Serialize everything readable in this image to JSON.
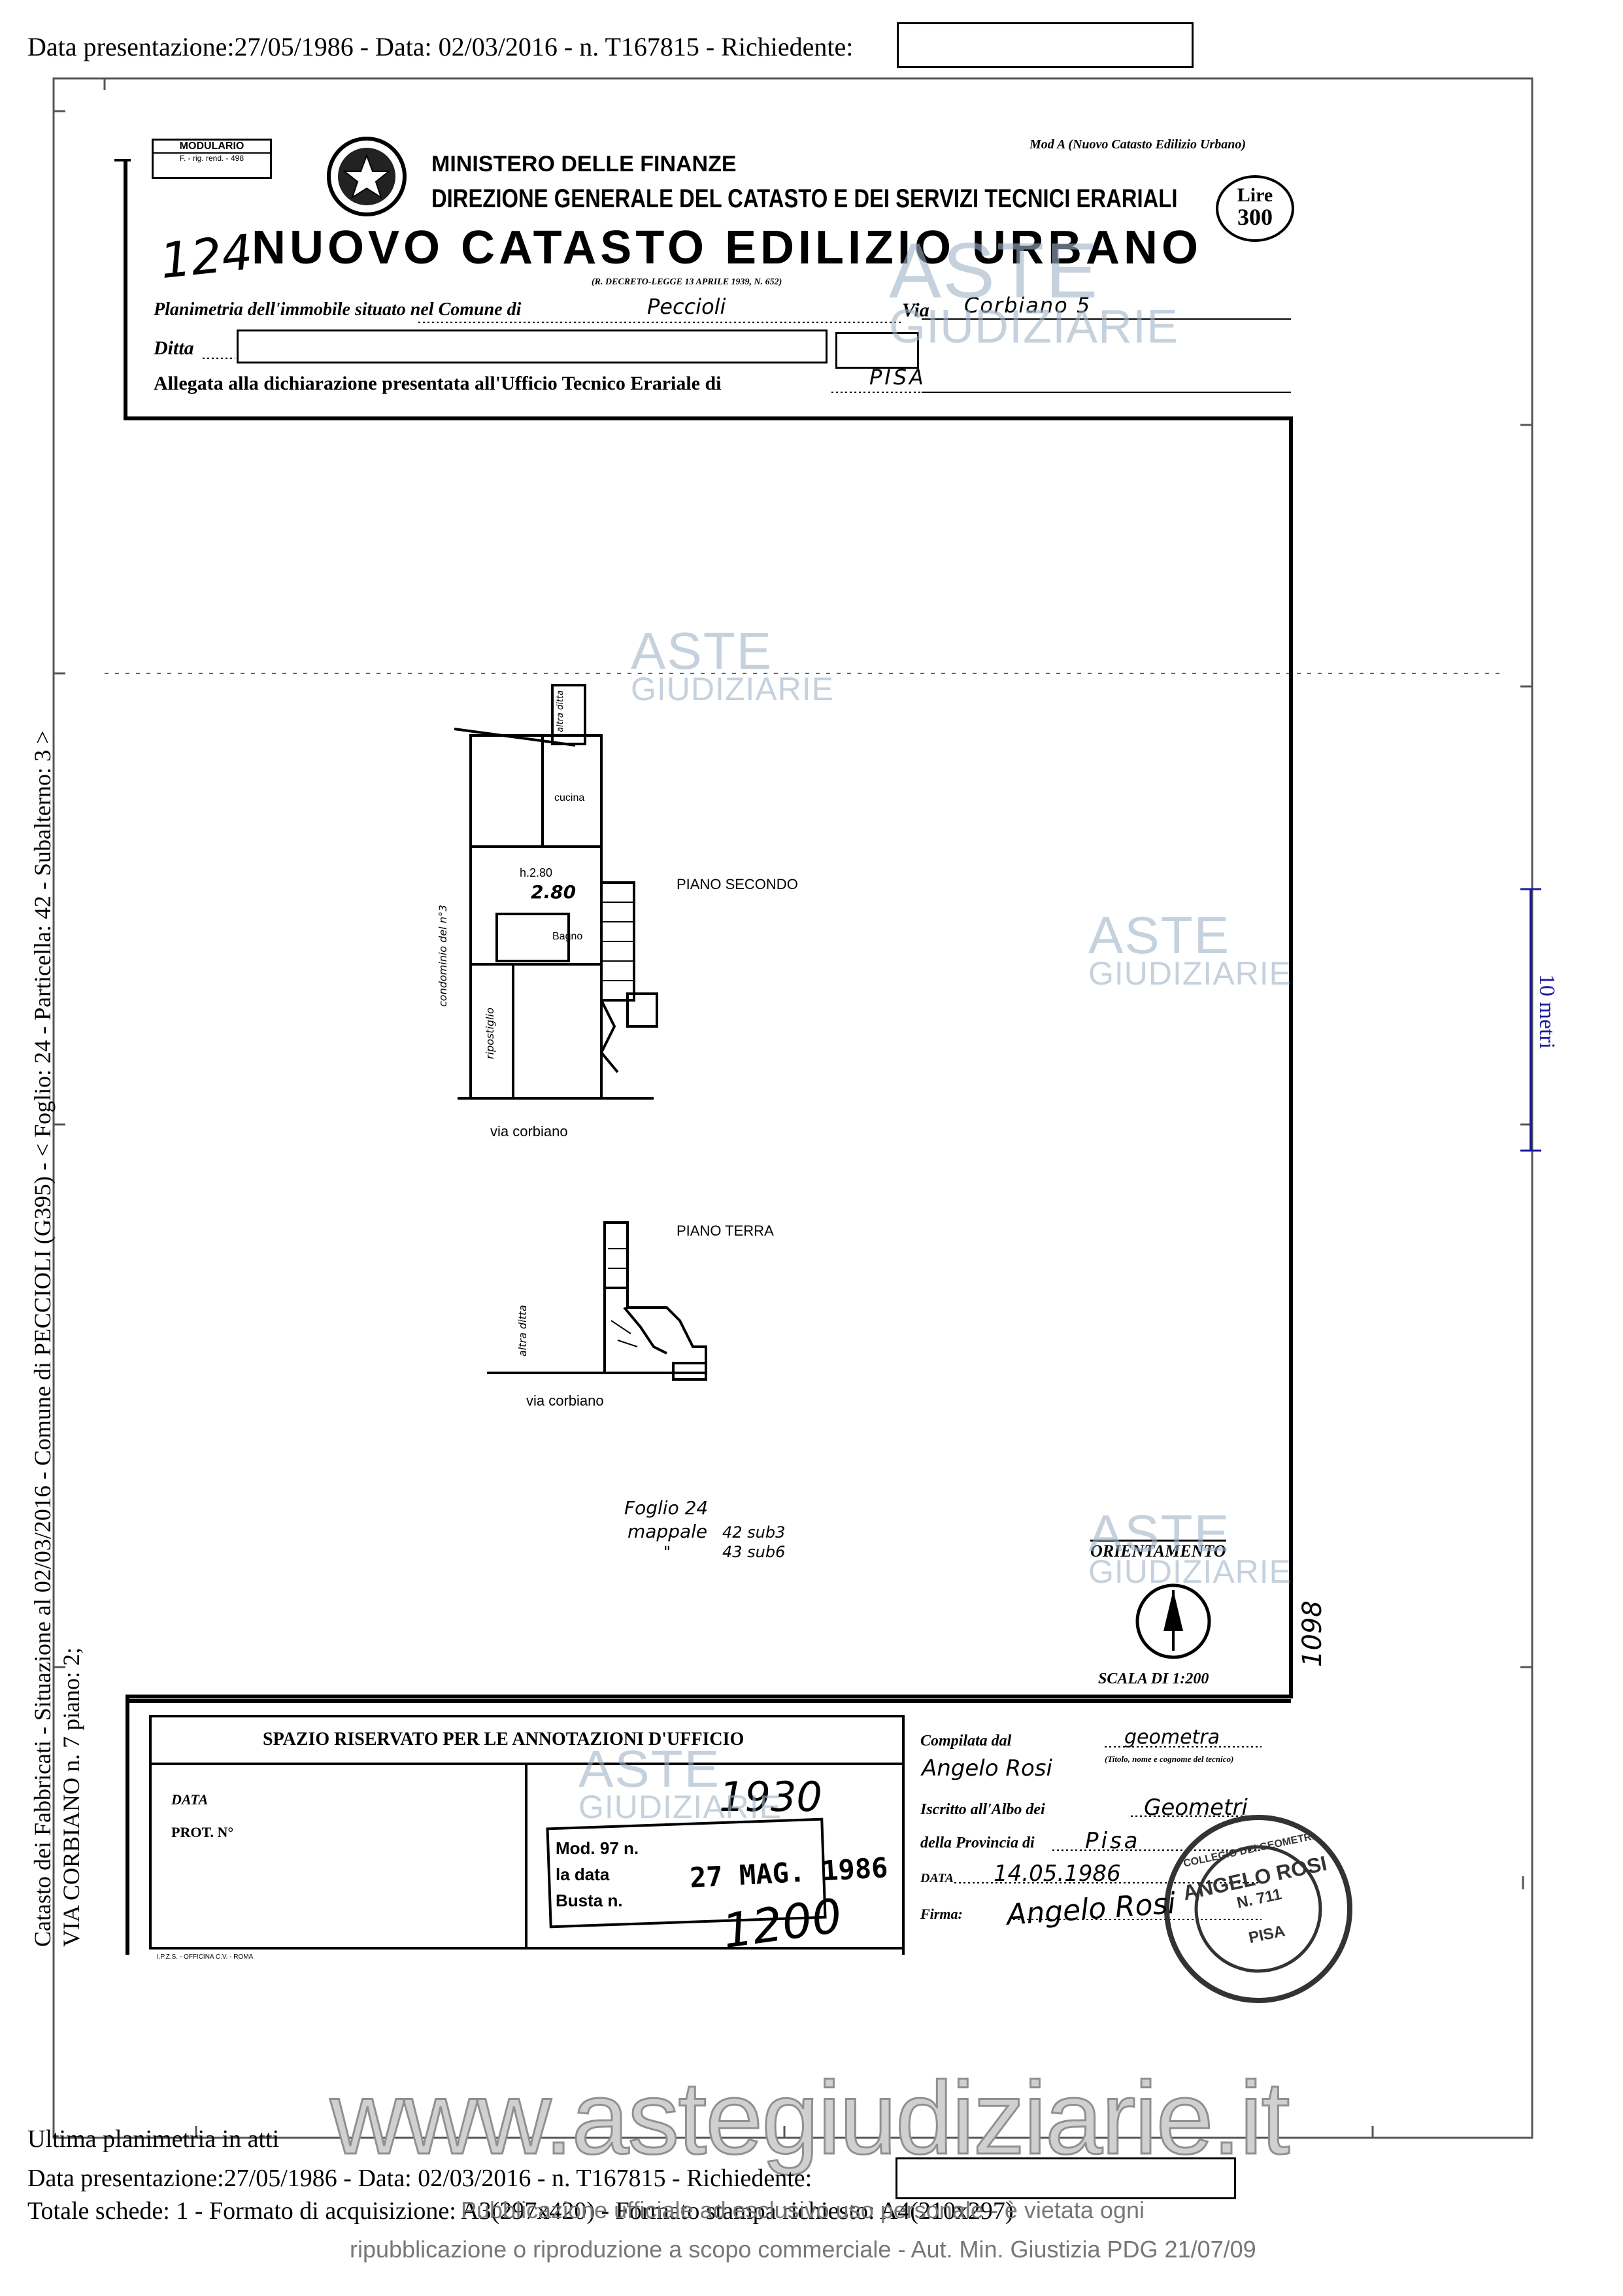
{
  "header": {
    "line": "Data presentazione:27/05/1986 - Data: 02/03/2016 - n. T167815 - Richiedente:"
  },
  "form": {
    "modulario_title": "MODULARIO",
    "modulario_sub": "F. - rig. rend. - 498",
    "ministry": "MINISTERO DELLE FINANZE",
    "direzione": "DIREZIONE GENERALE DEL CATASTO E DEI SERVIZI TECNICI ERARIALI",
    "mod": "Mod A (Nuovo Catasto Edilizio Urbano)",
    "lire_label": "Lire",
    "lire_value": "300",
    "number": "124",
    "title": "NUOVO CATASTO EDILIZIO URBANO",
    "decree": "(R. DECRETO-LEGGE 13 APRILE 1939, N. 652)",
    "planimetria_label": "Planimetria dell'immobile situato nel Comune di",
    "comune_value": "Peccioli",
    "via_label": "Via",
    "via_value": "Corbiano 5",
    "ditta_label": "Ditta",
    "allegata_label": "Allegata alla dichiarazione presentata all'Ufficio Tecnico Erariale di",
    "ufficio_value": "PISA"
  },
  "plan": {
    "piano_secondo": "PIANO SECONDO",
    "piano_terra": "PIANO TERRA",
    "via_corbiano_1": "via corbiano",
    "via_corbiano_2": "via corbiano",
    "cucina": "cucina",
    "bagno": "Bagno",
    "height_label": "h.2.80",
    "height_value": "2.80",
    "ripostiglio": "ripostiglio",
    "condominio": "condominio del n°3",
    "altra_ditta": "altra ditta",
    "altra_ditta_2": "altra ditta",
    "foglio": "Foglio 24",
    "mappale_label": "mappale",
    "mappale_1": "42 sub3",
    "mappale_2": "43 sub6",
    "mappale_ditto": "\"",
    "orientamento": "ORIENTAMENTO",
    "scala": "SCALA DI 1:200",
    "side_number": "1098"
  },
  "office": {
    "spazio": "SPAZIO RISERVATO PER LE ANNOTAZIONI D'UFFICIO",
    "data_label": "DATA",
    "prot_label": "PROT. N°",
    "stamp_num": "1930",
    "stamp_mod": "Mod. 97 n.",
    "stamp_la": "la data",
    "stamp_busta": "Busta n.",
    "stamp_date": "27 MAG. 1986",
    "stamp_1200": "1200",
    "printer": "I.P.Z.S. - OFFICINA C.V. - ROMA",
    "compilata_label": "Compilata dal",
    "compilata_value": "geometra",
    "titolo_small": "(Titolo, nome e cognome del tecnico)",
    "tecnico_name": "Angelo Rosi",
    "iscritto_label": "Iscritto all'Albo dei",
    "iscritto_value": "Geometri",
    "provincia_label": "della Provincia di",
    "provincia_value": "Pisa",
    "data2_label": "DATA",
    "data2_value": "14.05.1986",
    "firma_label": "Firma:",
    "firma_value": "Angelo Rosi",
    "seal_top": "COLLEGIO DEI GEOMETRI",
    "seal_name": "ANGELO ROSI",
    "seal_num": "N. 711",
    "seal_city": "PISA"
  },
  "side": {
    "left_1": "Catasto dei Fabbricati - Situazione al 02/03/2016 - Comune di PECCIOLI (G395) - < Foglio: 24 - Particella: 42 - Subalterno: 3 >",
    "left_2": "VIA CORBIANO n. 7 piano: 2;",
    "scale_label": "10 metri"
  },
  "watermark": {
    "aste": "ASTE",
    "giudiziarie": "GIUDIZIARIE",
    "site": "www.astegiudiziarie.it"
  },
  "footer": {
    "ultima": "Ultima planimetria in atti",
    "line1": "Data presentazione:27/05/1986 - Data: 02/03/2016 - n. T167815 - Richiedente:",
    "line2": "Totale schede: 1 - Formato di acquisizione: A3(297x420) - Formato stampa richiesto: A4(210x297)",
    "pub1": "Pubblicazione ufficiale ad esclusivo uso personale - è vietata ogni",
    "pub2": "ripubblicazione o riproduzione a scopo commerciale - Aut. Min. Giustizia PDG 21/07/09"
  }
}
